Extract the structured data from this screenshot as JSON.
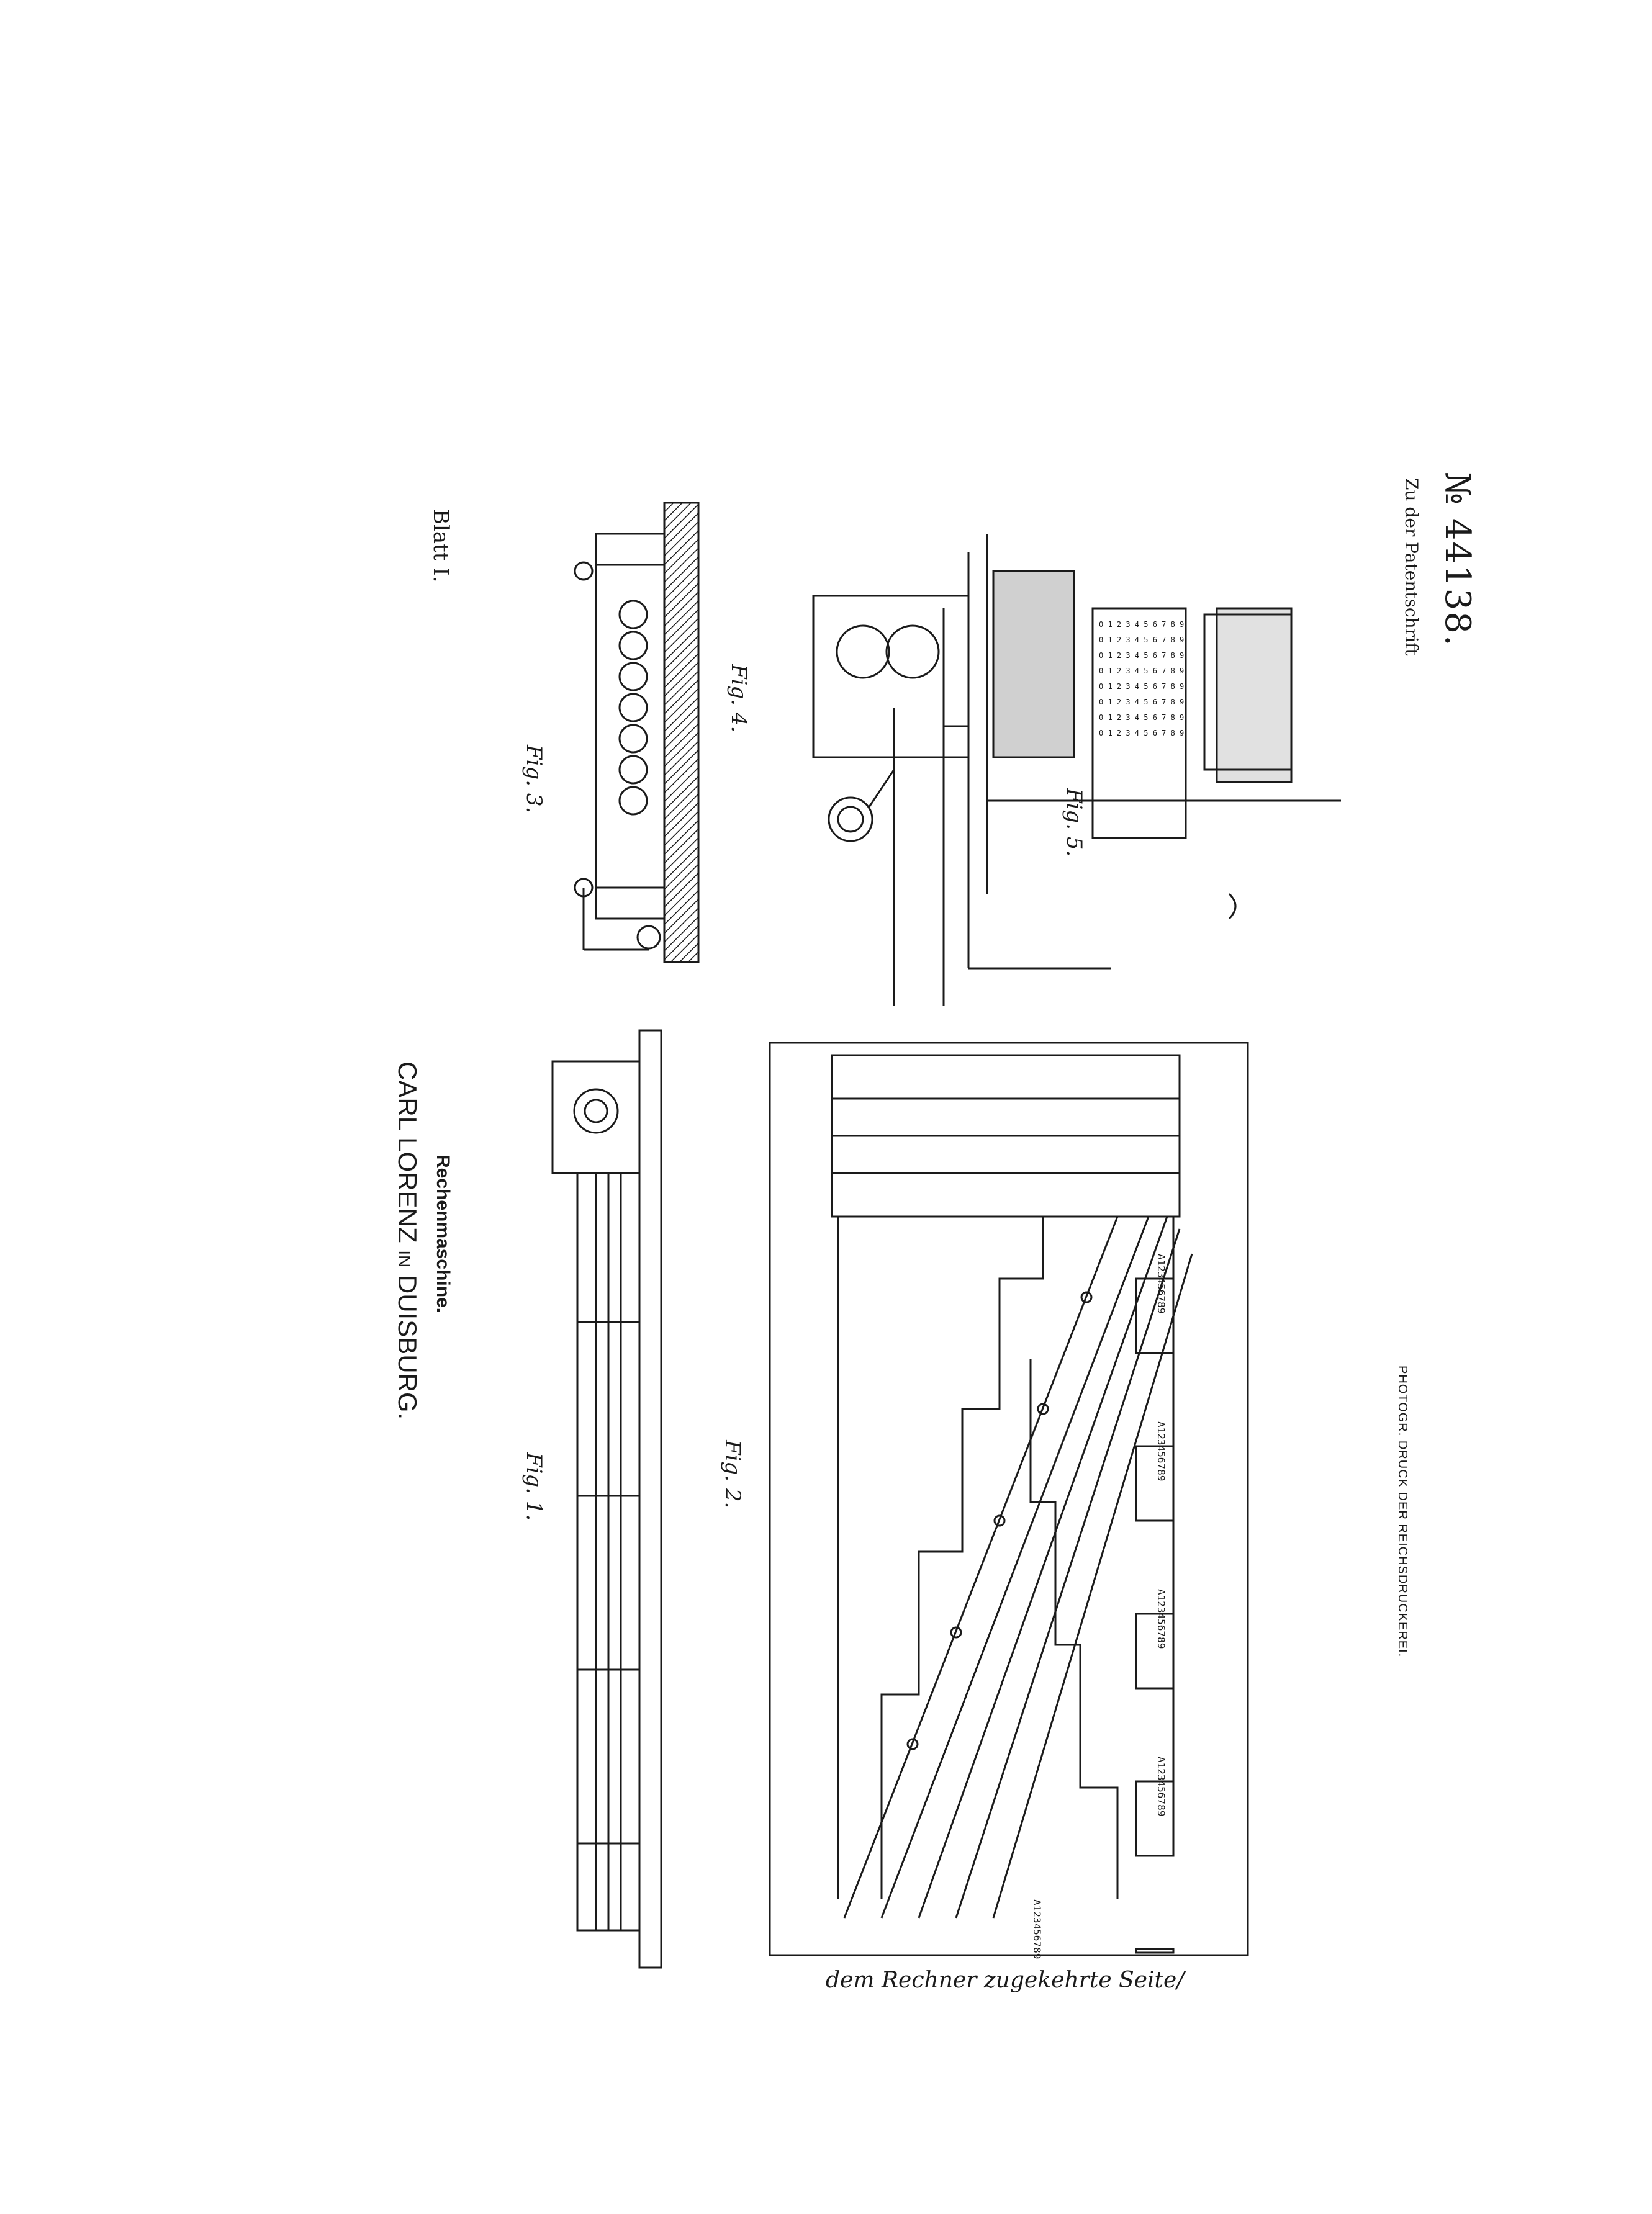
{
  "plate": {
    "blatt": "Blatt I.",
    "inventor": "CARL LORENZ",
    "inventor_in": "IN",
    "inventor_city": "DUISBURG.",
    "subject": "Rechenmaschine.",
    "zu_der": "Zu der Patentschrift",
    "patent_number": "№ 44138.",
    "printer": "PHOTOGR. DRUCK DER REICHSDRUCKEREI.",
    "hand_note": "dem Rechner zugekehrte Seite/"
  },
  "figures": {
    "fig1": "Fig. 1.",
    "fig2": "Fig. 2.",
    "fig3": "Fig. 3.",
    "fig4": "Fig. 4.",
    "fig5": "Fig. 5."
  },
  "dial_digits": {
    "d1": "A123456789",
    "d2": "A123456789",
    "d3": "A123456789",
    "d4": "A123456789",
    "d5": "A123456789"
  }
}
